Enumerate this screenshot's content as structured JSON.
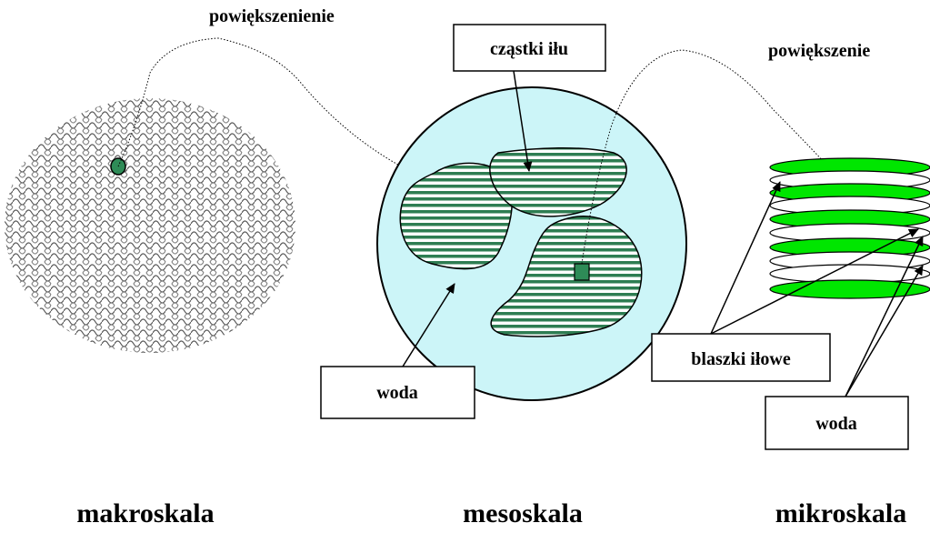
{
  "labels": {
    "magnification_left": "powiększenienie",
    "magnification_right": "powiększenie",
    "clay_particles": "cząstki iłu",
    "water_meso": "woda",
    "clay_platelets": "blaszki iłowe",
    "water_micro": "woda",
    "scale_macro": "makroskala",
    "scale_meso": "mesoskala",
    "scale_micro": "mikroskala"
  },
  "colors": {
    "water_fill": "#ccf5f8",
    "platelet_green": "#00e600",
    "stripe_green": "#2e7d52",
    "marker_green": "#2e8b57",
    "outline": "#000000"
  }
}
